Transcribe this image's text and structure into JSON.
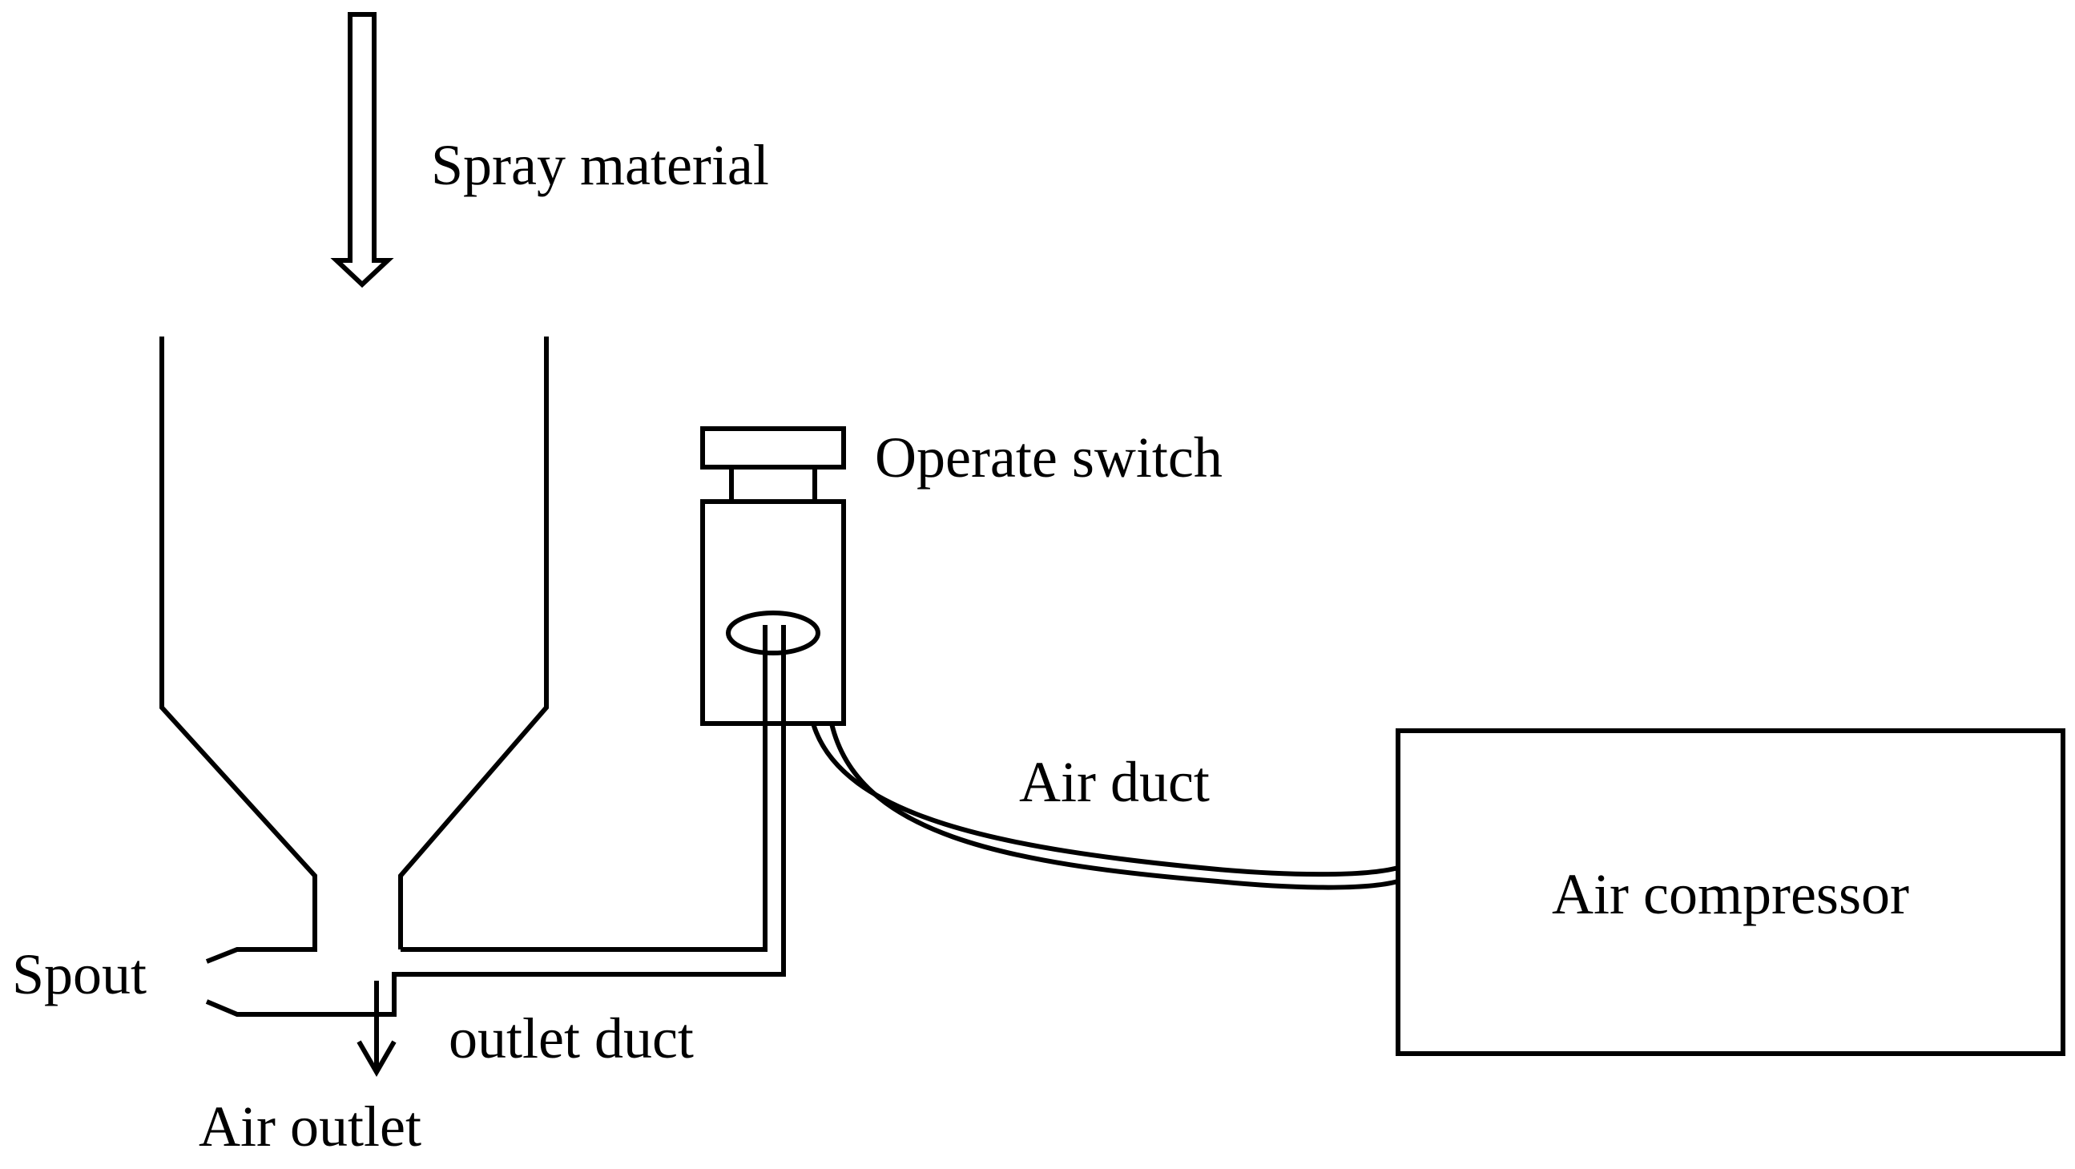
{
  "labels": {
    "spray_material": "Spray material",
    "operate_switch": "Operate switch",
    "air_duct": "Air duct",
    "air_compressor": "Air compressor",
    "spout": "Spout",
    "outlet_duct": "outlet duct",
    "air_outlet": "Air outlet"
  },
  "colors": {
    "line": "#000000",
    "background": "#ffffff"
  }
}
